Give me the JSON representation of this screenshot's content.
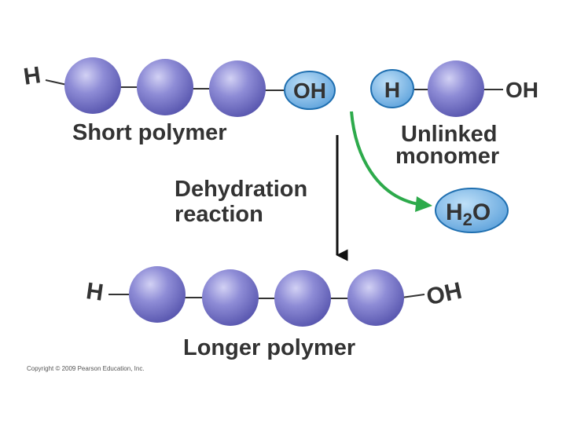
{
  "top": {
    "left_end": "H",
    "oh_group": "OH",
    "label": "Short polymer"
  },
  "monomer": {
    "h_group": "H",
    "right_end": "OH",
    "label_line1": "Unlinked",
    "label_line2": "monomer"
  },
  "reaction": {
    "line1": "Dehydration",
    "line2": "reaction"
  },
  "water": {
    "h": "H",
    "sub": "2",
    "o": "O"
  },
  "bottom": {
    "left_end": "H",
    "right_end": "OH",
    "label": "Longer polymer"
  },
  "copyright": "Copyright © 2009 Pearson Education, Inc.",
  "colors": {
    "monomer_fill": "#7B79CC",
    "monomer_light": "#C9C8F0",
    "monomer_dark": "#4A4899",
    "oval_fill": "#7FB8E6",
    "oval_stroke": "#1F6FB0",
    "arrow_green": "#2DAA4B",
    "arrow_black": "#111111",
    "text": "#333333"
  }
}
